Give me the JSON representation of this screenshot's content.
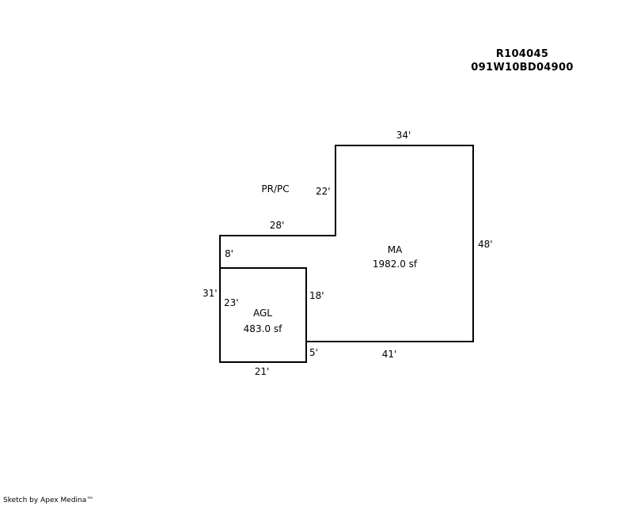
{
  "header": {
    "account_id": "R104045",
    "map_tax_lot": "091W10BD04900"
  },
  "sketch": {
    "areas": [
      {
        "code": "PR/PC",
        "size": ""
      },
      {
        "code": "MA",
        "size": "1982.0 sf"
      },
      {
        "code": "AGL",
        "size": "483.0 sf"
      }
    ],
    "dimensions": {
      "ma_top": "34'",
      "ma_right": "48'",
      "ma_bottom": "41'",
      "ma_left_upper": "22'",
      "ma_step": "28'",
      "ma_left_short": "8'",
      "ma_left_total": "31'",
      "ma_notch": "5'",
      "agl_left": "23'",
      "agl_right": "18'",
      "agl_bottom": "21'"
    }
  },
  "footer": {
    "credit": "Sketch by Apex Medina™"
  }
}
